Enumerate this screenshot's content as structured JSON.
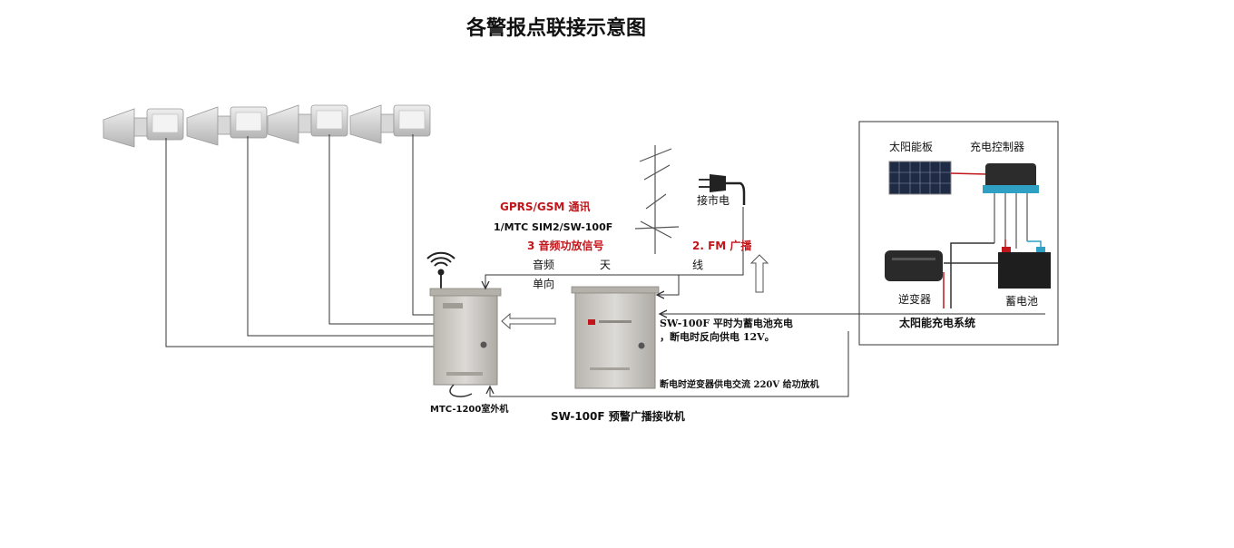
{
  "title": "各警报点联接示意图",
  "labels": {
    "gprs": "GPRS/GSM  通讯",
    "sim": "1/MTC    SIM2/SW-100F",
    "audio_signal": "3 音频功放信号",
    "fm": "2.   FM 广播",
    "mains": "接市电",
    "audio": "音频",
    "antenna_1": "天",
    "antenna_2": "线",
    "one_way": "单向",
    "solar_panel": "太阳能板",
    "charge_controller": "充电控制器",
    "inverter": "逆变器",
    "battery": "蓄电池",
    "solar_system": "太阳能充电系统",
    "charge_note_1": "SW-100F 平时为蓄电池充电",
    "charge_note_2": "，断电时反向供电 12V。",
    "ac_note": "断电时逆变器供电交流 220V 给功放机",
    "mtc_label": "MTC-1200室外机",
    "receiver_label": "SW-100F 预警广播接收机"
  },
  "colors": {
    "line": "#333333",
    "accent_red": "#c0161b",
    "cabinet": "#c9c6c0"
  },
  "icons": [
    "horn-speaker-icon",
    "antenna-icon",
    "power-plug-icon",
    "wifi-icon",
    "solar-panel-icon",
    "charge-controller-icon",
    "inverter-icon",
    "battery-icon"
  ]
}
